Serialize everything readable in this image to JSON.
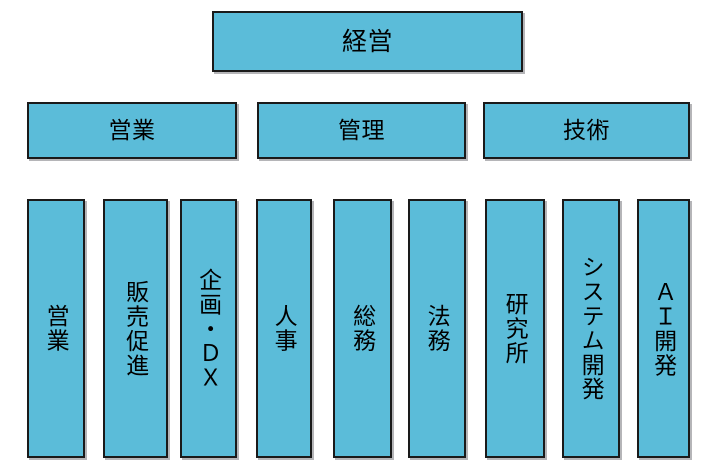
{
  "diagram": {
    "title_text": "経営",
    "style": {
      "box_fill": "#5bbcd9",
      "box_border": "#1a1a1a",
      "text_color": "#000000",
      "background": "#ffffff",
      "shadow": "#787885"
    },
    "tiers": [
      {
        "level": 1,
        "name": "executive",
        "nodes": [
          {
            "id": "keiei",
            "label": "経営"
          }
        ]
      },
      {
        "level": 2,
        "name": "divisions",
        "nodes": [
          {
            "id": "eigyo-div",
            "label": "営業"
          },
          {
            "id": "kanri-div",
            "label": "管理"
          },
          {
            "id": "gijutsu-div",
            "label": "技術"
          }
        ]
      },
      {
        "level": 3,
        "name": "departments",
        "nodes": [
          {
            "id": "eigyo-dept",
            "label": "営業",
            "parent": "eigyo-div"
          },
          {
            "id": "hanbai-sokushin",
            "label": "販売促進",
            "parent": "eigyo-div"
          },
          {
            "id": "kikaku-dx",
            "label": "企画・ＤＸ",
            "parent": "eigyo-div"
          },
          {
            "id": "jinji",
            "label": "人事",
            "parent": "kanri-div"
          },
          {
            "id": "somu",
            "label": "総務",
            "parent": "kanri-div"
          },
          {
            "id": "homu",
            "label": "法務",
            "parent": "kanri-div"
          },
          {
            "id": "kenkyujo",
            "label": "研究所",
            "parent": "gijutsu-div"
          },
          {
            "id": "system-kaihatsu",
            "label": "システム開発",
            "parent": "gijutsu-div"
          },
          {
            "id": "ai-kaihatsu",
            "label": "ＡＩ開発",
            "parent": "gijutsu-div"
          }
        ]
      }
    ]
  }
}
